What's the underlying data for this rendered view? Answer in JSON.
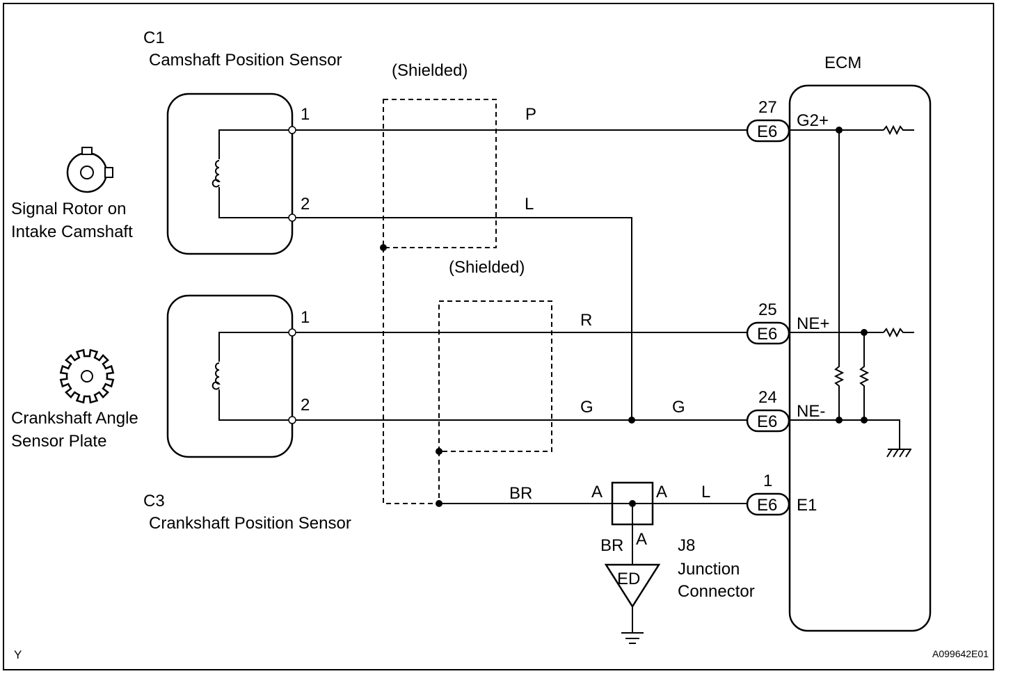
{
  "sensors": {
    "cmp": {
      "code": "C1",
      "name": "Camshaft Position Sensor",
      "pins": [
        "1",
        "2"
      ]
    },
    "ckp": {
      "code": "C3",
      "name": "Crankshaft Position Sensor",
      "pins": [
        "1",
        "2"
      ]
    }
  },
  "rotors": {
    "cam": {
      "line1": "Signal Rotor on",
      "line2": "Intake Camshaft"
    },
    "crank": {
      "line1": "Crankshaft Angle",
      "line2": "Sensor Plate"
    }
  },
  "shield_labels": [
    "(Shielded)",
    "(Shielded)"
  ],
  "wires": {
    "p": "P",
    "l_top": "L",
    "r": "R",
    "g1": "G",
    "g2": "G",
    "br": "BR",
    "l_bottom": "L",
    "br_down": "BR"
  },
  "ecm": {
    "title": "ECM",
    "connector": "E6",
    "terminals": [
      {
        "pin": "27",
        "name": "G2+"
      },
      {
        "pin": "25",
        "name": "NE+"
      },
      {
        "pin": "24",
        "name": "NE-"
      },
      {
        "pin": "1",
        "name": "E1"
      }
    ]
  },
  "junction": {
    "code": "J8",
    "line1": "Junction",
    "line2": "Connector",
    "pin_left": "A",
    "pin_right": "A",
    "pin_bottom": "A"
  },
  "ground_label": "ED",
  "footer": {
    "left": "Y",
    "right": "A099642E01"
  }
}
